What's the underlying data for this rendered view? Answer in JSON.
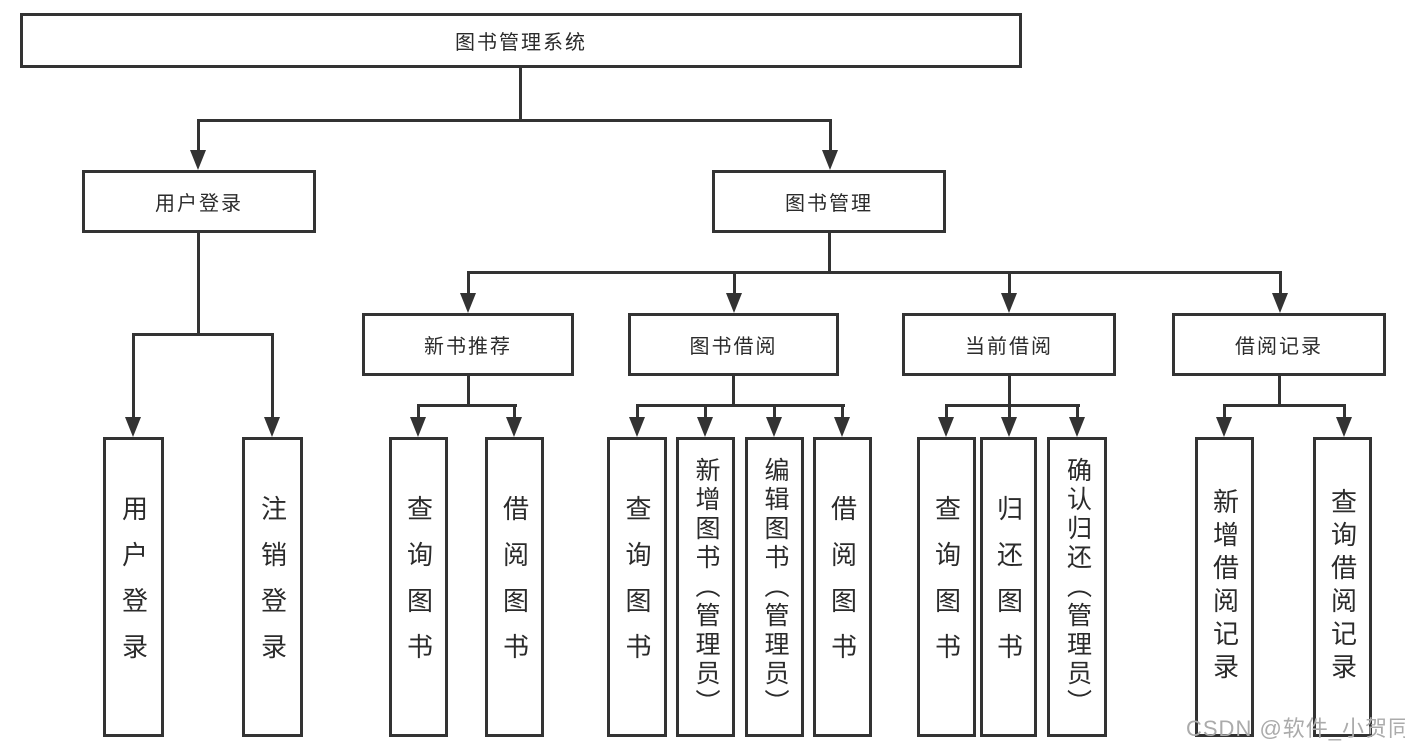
{
  "diagram": {
    "title": "图书管理系统",
    "root": {
      "label": "图书管理系统"
    },
    "level2": {
      "user_login": {
        "label": "用户登录"
      },
      "book_mgmt": {
        "label": "图书管理"
      }
    },
    "level3": {
      "new_book_rec": {
        "label": "新书推荐"
      },
      "book_borrow": {
        "label": "图书借阅"
      },
      "current_borrow": {
        "label": "当前借阅"
      },
      "borrow_records": {
        "label": "借阅记录"
      }
    },
    "leaves": {
      "user_login": [
        "用户登录",
        "注销登录"
      ],
      "new_book_rec": [
        "查询图书",
        "借阅图书"
      ],
      "book_borrow": [
        "查询图书",
        "新增图书（管理员）",
        "编辑图书（管理员）",
        "借阅图书"
      ],
      "current_borrow": [
        "查询图书",
        "归还图书",
        "确认归还（管理员）"
      ],
      "borrow_records": [
        "新增借阅记录",
        "查询借阅记录"
      ]
    }
  },
  "watermark": {
    "text": "CSDN @软件_小贺同学"
  },
  "colors": {
    "line": "#333333",
    "text": "#2b2b2b",
    "background": "#ffffff",
    "watermark": "#ababab"
  }
}
